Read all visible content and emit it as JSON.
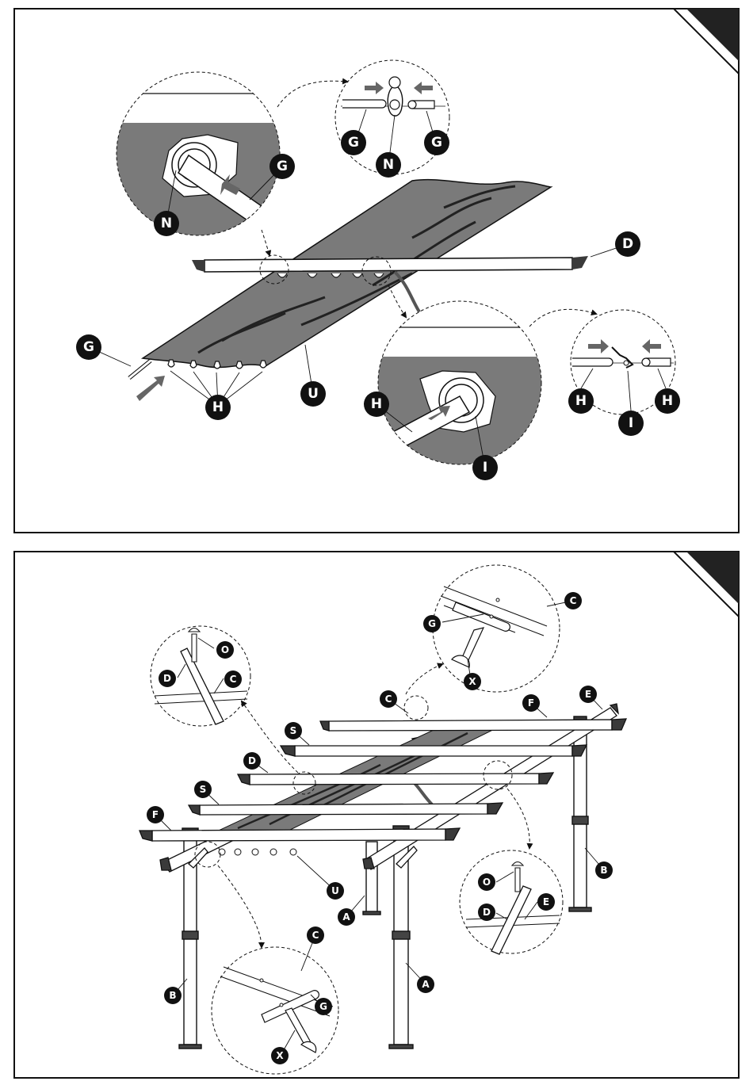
{
  "colors": {
    "fabric": "#7a7a7a",
    "ink": "#111111",
    "paper": "#ffffff",
    "beam": "#ffffff",
    "end_cap": "#3a3a3a",
    "arrow": "#666666"
  },
  "icons": {
    "corner_tab": "triangle-corner-icon",
    "push_arrow": "block-arrow-icon",
    "callout_line": "dashed-leader-icon"
  },
  "step1": {
    "labels": {
      "d": "D",
      "g_left": "G",
      "h_main": "H",
      "u": "U",
      "n_zoom": "N",
      "g_zoom": "G",
      "g_detail_left": "G",
      "n_detail": "N",
      "g_detail_right": "G",
      "h_zoom": "H",
      "i_zoom": "I",
      "h_detail_left": "H",
      "i_detail": "I",
      "h_detail_right": "H"
    }
  },
  "step2": {
    "labels": {
      "c_top": "C",
      "g_top": "G",
      "x_top": "X",
      "o_left": "O",
      "d_left": "D",
      "c_left": "C",
      "c_beam": "C",
      "f_back": "F",
      "e_back": "E",
      "s_back": "S",
      "d_mid": "D",
      "s_front": "S",
      "f_front": "F",
      "b_right": "B",
      "u": "U",
      "a_mid": "A",
      "a_front": "A",
      "b_front": "B",
      "o_right": "O",
      "d_right": "D",
      "e_right": "E",
      "c_bottom": "C",
      "g_bottom": "G",
      "x_bottom": "X"
    }
  }
}
